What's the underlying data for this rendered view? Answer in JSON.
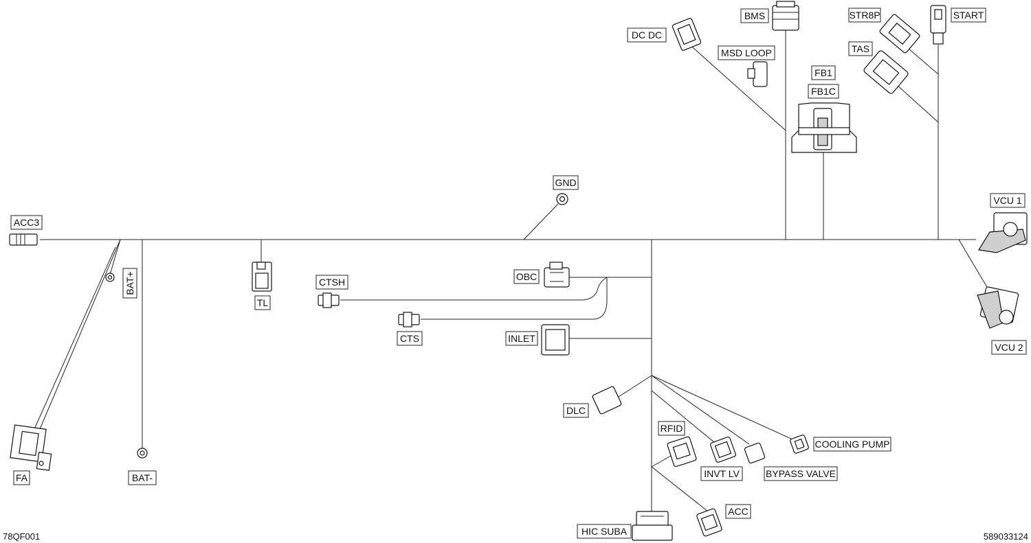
{
  "labels": {
    "acc3": "ACC3",
    "bat_plus": "BAT+",
    "fa": "FA",
    "bat_minus": "BAT-",
    "tl": "TL",
    "ctsh": "CTSH",
    "cts": "CTS",
    "gnd": "GND",
    "obc": "OBC",
    "inlet": "INLET",
    "dlc": "DLC",
    "rfid": "RFID",
    "invt_lv": "INVT LV",
    "bypass_valve": "BYPASS VALVE",
    "cooling_pump": "COOLING PUMP",
    "acc": "ACC",
    "hic_suba": "HIC  SUBA",
    "dc_dc": "DC  DC",
    "bms": "BMS",
    "msd_loop": "MSD  LOOP",
    "fb1": "FB1",
    "fb1c": "FB1C",
    "str8p": "STR8P",
    "start": "START",
    "tas": "TAS",
    "vcu1": "VCU 1",
    "vcu2": "VCU 2"
  },
  "footer": {
    "left_code": "78QF001",
    "right_code": "589033124"
  }
}
